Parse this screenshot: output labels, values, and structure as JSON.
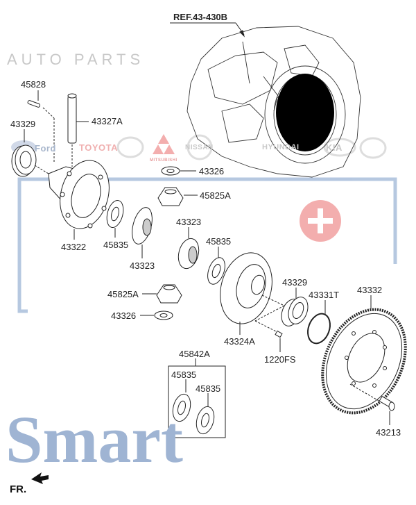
{
  "reference": "REF.43-430B",
  "watermark": {
    "brand": "Smart",
    "tagline": "AUTO PARTS",
    "logos": [
      "Ford",
      "TOYOTA",
      "MITSUBISHI",
      "NISSAN",
      "HYUNDAI",
      "KIA"
    ],
    "frame_color": "#a9bedb",
    "plus_color": "#f2a0a0"
  },
  "labels": {
    "pin": "45828",
    "shaft": "43327A",
    "seal_left": "43329",
    "washer_top": "43326",
    "pinion_top": "45825A",
    "case": "43322",
    "washer_left": "45835",
    "side_gear_top": "43323",
    "side_gear_bottom": "43323",
    "washer_right": "45835",
    "pinion_bottom": "45825A",
    "washer_bottom": "43326",
    "bearing_right": "43329",
    "snap_ring": "43331T",
    "ring_gear": "43332",
    "case_cover": "43324A",
    "bolt_small": "1220FS",
    "kit": "45842A",
    "kit_washer_1": "45835",
    "kit_washer_2": "45835",
    "bolt": "43213"
  },
  "direction_label": "FR."
}
